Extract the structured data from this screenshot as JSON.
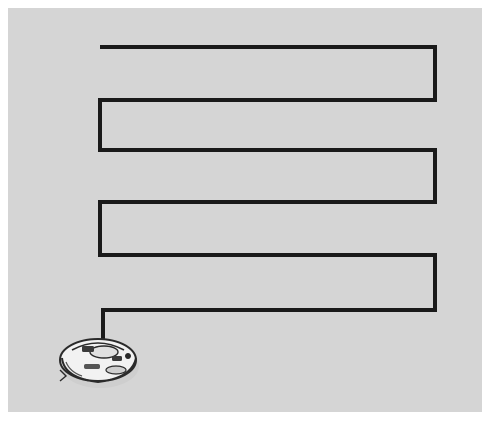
{
  "diagram": {
    "kind": "robot-vacuum-cleaning-path",
    "pattern": "boustrophedon",
    "path_passes": 6,
    "colors": {
      "background": "#ffffff",
      "panel": "#d5d5d5",
      "path": "#1a1a1a",
      "robot_body": "#f2f2f2",
      "robot_outline": "#2a2a2a"
    },
    "icons": [
      "robot-vacuum-icon"
    ]
  }
}
